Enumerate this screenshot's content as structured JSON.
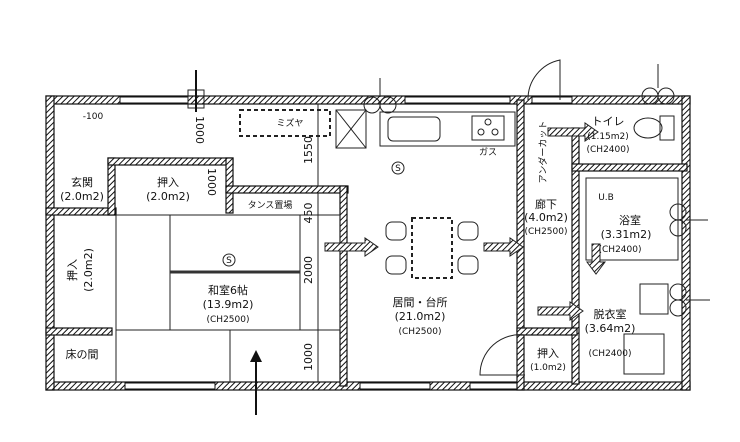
{
  "title": "Floor plan",
  "dimensions": {
    "d_minus100": "-100",
    "d_top": "1000",
    "d_1550": "1550",
    "d_1000a": "1000",
    "d_450": "450",
    "d_2000": "2000",
    "d_1000b": "1000"
  },
  "fixtures": {
    "mizuya": "ミズヤ",
    "gas": "ガス",
    "tansu": "タンス置場",
    "undercut": "アンダーカット",
    "ub": "U.B",
    "sensor": "S"
  },
  "rooms": {
    "genkan": {
      "name": "玄関",
      "area": "(2.0m2)"
    },
    "oshiire_top": {
      "name": "押入",
      "area": "(2.0m2)"
    },
    "oshiire_left": {
      "name": "押入",
      "area": "(2.0m2)"
    },
    "washitsu": {
      "name": "和室6帖",
      "area": "(13.9m2)",
      "ch": "(CH2500)"
    },
    "tokonoma": {
      "name": "床の間"
    },
    "living": {
      "name": "居間・台所",
      "area": "(21.0m2)",
      "ch": "(CH2500)"
    },
    "hallway": {
      "name": "廊下",
      "area": "(4.0m2)",
      "ch": "(CH2500)"
    },
    "toilet": {
      "name": "トイレ",
      "area": "(1.15m2)",
      "ch": "(CH2400)"
    },
    "bath": {
      "name": "浴室",
      "area": "(3.31m2)",
      "ch": "(CH2400)"
    },
    "dressing": {
      "name": "脱衣室",
      "area": "(3.64m2)",
      "ch": "(CH2400)"
    },
    "oshiire_small": {
      "name": "押入",
      "area": "(1.0m2)"
    }
  }
}
